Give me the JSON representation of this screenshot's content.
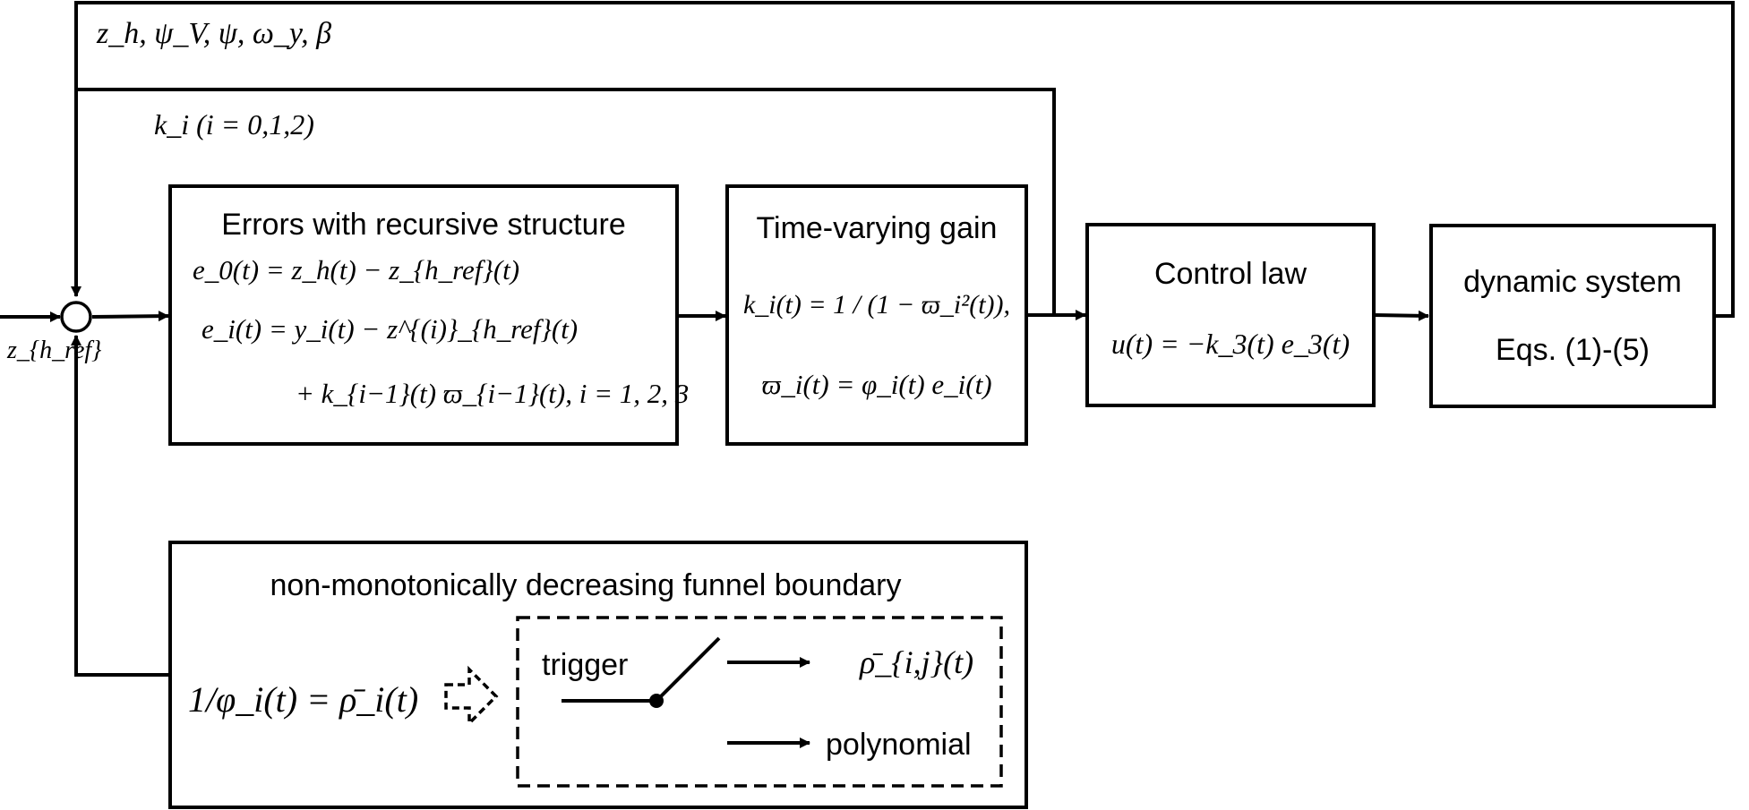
{
  "feedback": {
    "outer_signals": "z_h, ψ_V, ψ, ω_y, β",
    "gain_signals": "k_i (i = 0,1,2)"
  },
  "input": {
    "reference": "z_{h_ref}"
  },
  "errors_block": {
    "title": "Errors with recursive structure",
    "eq1": "e_0(t) = z_h(t) − z_{h_ref}(t)",
    "eq2": "e_i(t) = y_i(t) − z^{(i)}_{h_ref}(t)",
    "eq3": "+ k_{i−1}(t) ϖ_{i−1}(t), i = 1, 2, 3"
  },
  "gain_block": {
    "title": "Time-varying gain",
    "eq1": "k_i(t) = 1 / (1 − ϖ_i²(t)),",
    "eq2": "ϖ_i(t) = φ_i(t) e_i(t)"
  },
  "control_block": {
    "title": "Control law",
    "eq": "u(t) = −k_3(t) e_3(t)"
  },
  "system_block": {
    "title": "dynamic system",
    "subtitle": "Eqs. (1)-(5)"
  },
  "funnel_block": {
    "title": "non-monotonically decreasing funnel boundary",
    "eq": "1/φ_i(t) = ρ̄_i(t)",
    "trigger_label": "trigger",
    "output_upper": "ρ̄_{i,j}(t)",
    "output_lower": "polynomial"
  }
}
